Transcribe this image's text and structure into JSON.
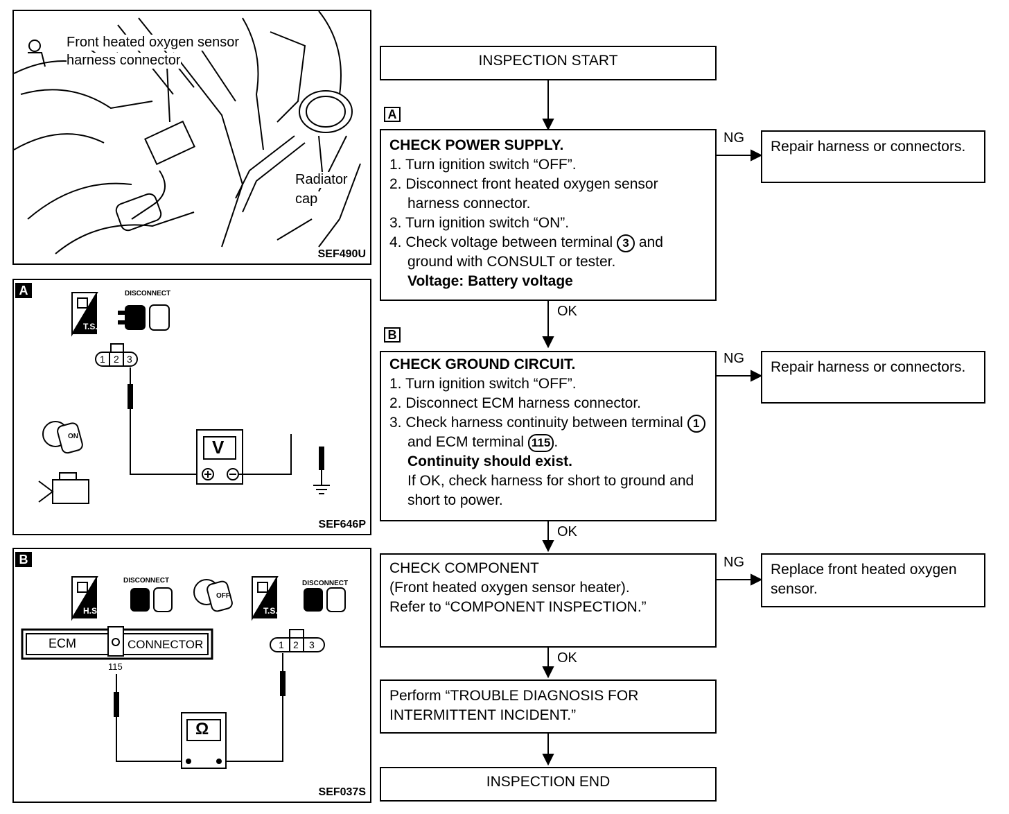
{
  "figures": {
    "photo": {
      "label_connector_l1": "Front heated oxygen sensor",
      "label_connector_l2": "harness connector",
      "label_radiator_l1": "Radiator",
      "label_radiator_l2": "cap",
      "code": "SEF490U"
    },
    "diagram_a": {
      "tag": "A",
      "icon_ts": "T.S.",
      "icon_disconnect": "DISCONNECT",
      "icon_ignition": "ON",
      "connector_pins": [
        "1",
        "2",
        "3"
      ],
      "meter_symbol": "V",
      "code": "SEF646P"
    },
    "diagram_b": {
      "tag": "B",
      "icon_hs": "H.S.",
      "icon_disconnect": "DISCONNECT",
      "icon_ignition": "OFF",
      "icon_ts": "T.S.",
      "icon_disconnect_2": "DISCONNECT",
      "ecm_label": "ECM",
      "connector_label": "CONNECTOR",
      "ecm_pin": "115",
      "connector_pins": [
        "1",
        "2",
        "3"
      ],
      "meter_symbol": "Ω",
      "code": "SEF037S"
    }
  },
  "flow": {
    "start": "INSPECTION START",
    "end": "INSPECTION END",
    "ok": "OK",
    "ng": "NG",
    "step_a": {
      "tag": "A",
      "title": "CHECK POWER SUPPLY.",
      "s1": "1. Turn ignition switch “OFF”.",
      "s2": "2. Disconnect front heated oxygen sensor harness connector.",
      "s3": "3. Turn ignition switch “ON”.",
      "s4_pre": "4. Check voltage between terminal",
      "s4_term": "3",
      "s4_post": "and ground with CONSULT or tester.",
      "spec": "Voltage: Battery voltage",
      "ng_action": "Repair harness or connectors."
    },
    "step_b": {
      "tag": "B",
      "title": "CHECK GROUND CIRCUIT.",
      "s1": "1. Turn ignition switch “OFF”.",
      "s2": "2. Disconnect ECM harness connector.",
      "s3_pre": "3. Check harness continuity between terminal",
      "s3_term1": "1",
      "s3_mid": "and ECM terminal",
      "s3_term2": "115",
      "s3_post": ".",
      "spec": "Continuity should exist.",
      "note": "If OK, check harness for short to ground and short to power.",
      "ng_action": "Repair harness or connectors."
    },
    "step_c": {
      "l1": "CHECK COMPONENT",
      "l2": "(Front heated oxygen sensor heater).",
      "l3": "Refer to “COMPONENT INSPECTION.”",
      "ng_action": "Replace front heated oxygen sensor."
    },
    "step_d": {
      "l1": "Perform “TROUBLE DIAGNOSIS FOR INTERMITTENT INCIDENT.”"
    }
  }
}
